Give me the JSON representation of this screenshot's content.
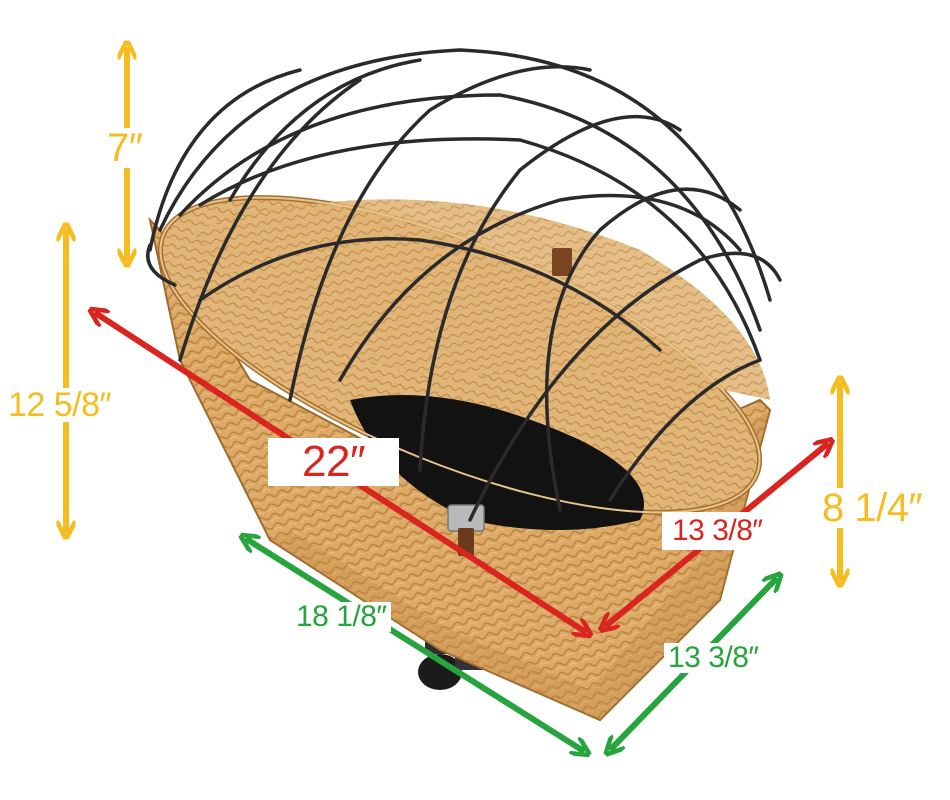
{
  "dimensions": {
    "cage_height": "7″",
    "total_height": "12 5/8″",
    "top_length": "22″",
    "top_width": "13 3/8″",
    "side_height": "8 1/4″",
    "bottom_length": "18 1/8″",
    "bottom_width": "13 3/8″"
  },
  "colors": {
    "height_arrows": "#f5bd1f",
    "top_arrows": "#d9241f",
    "bottom_arrows": "#27a43d",
    "wicker": "#d9a35c",
    "wicker_dark": "#b07a38",
    "cage_wire": "#2a2a2a",
    "cushion": "#111111"
  },
  "icons": [
    "wicker-basket",
    "wire-cage-dome",
    "mounting-bracket"
  ]
}
